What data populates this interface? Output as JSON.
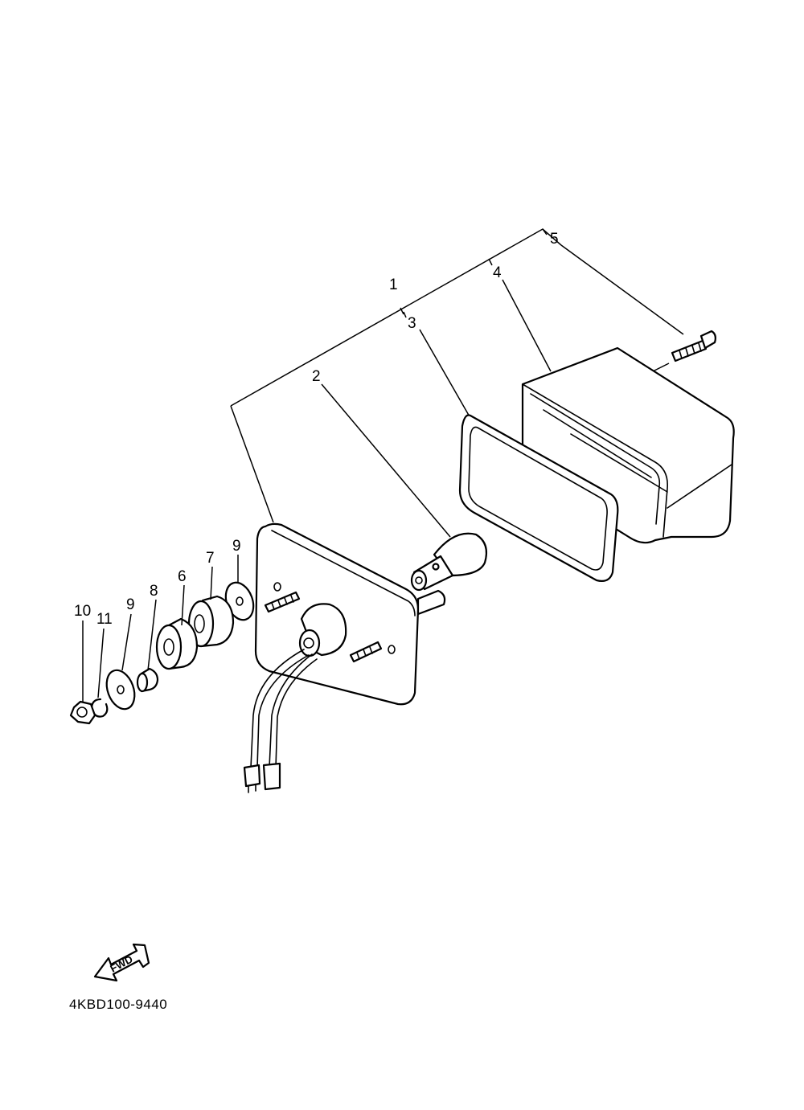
{
  "callouts": {
    "c1": "1",
    "c2": "2",
    "c3": "3",
    "c4": "4",
    "c5": "5",
    "c6": "6",
    "c7": "7",
    "c8": "8",
    "c9a": "9",
    "c9b": "9",
    "c10": "10",
    "c11": "11"
  },
  "fwd_label": "FWD",
  "diagram_code": "4KBD100-9440"
}
